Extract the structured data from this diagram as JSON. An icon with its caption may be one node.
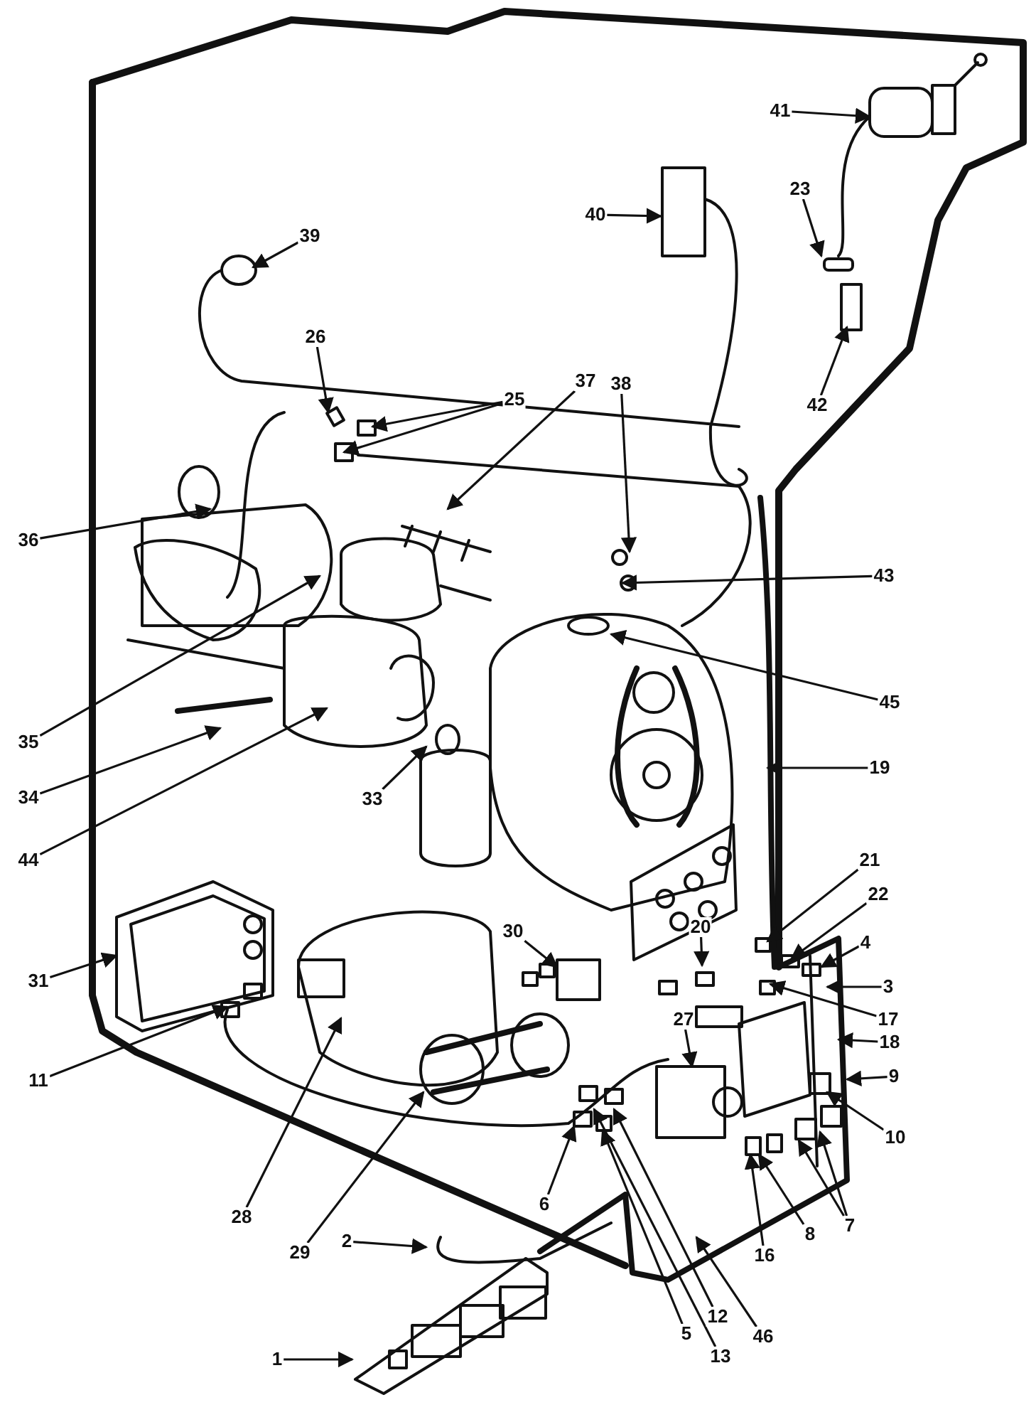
{
  "diagram": {
    "nodes": [
      {
        "text": [
          "41"
        ]
      },
      {
        "text": [
          "23"
        ]
      },
      {
        "text": [
          "40"
        ]
      },
      {
        "text": [
          "39"
        ]
      },
      {
        "text": [
          "26"
        ]
      },
      {
        "text": [
          "37"
        ]
      },
      {
        "text": [
          "38"
        ]
      },
      {
        "text": [
          "25"
        ]
      },
      {
        "text": [
          "42"
        ]
      },
      {
        "text": [
          "36"
        ]
      },
      {
        "text": [
          "43"
        ]
      },
      {
        "text": [
          "45"
        ]
      },
      {
        "text": [
          "35"
        ]
      },
      {
        "text": [
          "19"
        ]
      },
      {
        "text": [
          "34"
        ]
      },
      {
        "text": [
          "33"
        ]
      },
      {
        "text": [
          "44"
        ]
      },
      {
        "text": [
          "21"
        ]
      },
      {
        "text": [
          "22"
        ]
      },
      {
        "text": [
          "30"
        ]
      },
      {
        "text": [
          "20"
        ]
      },
      {
        "text": [
          "4"
        ]
      },
      {
        "text": [
          "31"
        ]
      },
      {
        "text": [
          "3"
        ]
      },
      {
        "text": [
          "27"
        ]
      },
      {
        "text": [
          "17"
        ]
      },
      {
        "text": [
          "18"
        ]
      },
      {
        "text": [
          "9"
        ]
      },
      {
        "text": [
          "11"
        ]
      },
      {
        "text": [
          "10"
        ]
      },
      {
        "text": [
          "6"
        ]
      },
      {
        "text": [
          "28"
        ]
      },
      {
        "text": [
          "7"
        ]
      },
      {
        "text": [
          "8"
        ]
      },
      {
        "text": [
          "2"
        ]
      },
      {
        "text": [
          "16"
        ]
      },
      {
        "text": [
          "29"
        ]
      },
      {
        "text": [
          "12"
        ]
      },
      {
        "text": [
          "5"
        ]
      },
      {
        "text": [
          "46"
        ]
      },
      {
        "text": [
          "13"
        ]
      },
      {
        "text": [
          "1"
        ]
      }
    ],
    "edges": [
      {
        "from": 0,
        "to": null,
        "arrow": "to"
      },
      {
        "from": 1,
        "to": null,
        "arrow": "to"
      },
      {
        "from": 2,
        "to": null,
        "arrow": "to"
      },
      {
        "from": 3,
        "to": null,
        "arrow": "to"
      },
      {
        "from": 4,
        "to": null,
        "arrow": "to"
      },
      {
        "from": 5,
        "to": null,
        "arrow": "to"
      },
      {
        "from": 6,
        "to": null,
        "arrow": "to"
      },
      {
        "from": 7,
        "to": null,
        "arrow": "to"
      },
      {
        "from": 7,
        "to": null,
        "arrow": "to"
      },
      {
        "from": 8,
        "to": null,
        "arrow": "to"
      },
      {
        "from": 9,
        "to": null,
        "arrow": "to"
      },
      {
        "from": 10,
        "to": null,
        "arrow": "to"
      },
      {
        "from": 11,
        "to": null,
        "arrow": "to"
      },
      {
        "from": 12,
        "to": null,
        "arrow": "to"
      },
      {
        "from": 13,
        "to": null,
        "arrow": "to"
      },
      {
        "from": 14,
        "to": null,
        "arrow": "to"
      },
      {
        "from": 15,
        "to": null,
        "arrow": "to"
      },
      {
        "from": 16,
        "to": null,
        "arrow": "to"
      },
      {
        "from": 17,
        "to": null,
        "arrow": "to"
      },
      {
        "from": 18,
        "to": null,
        "arrow": "to"
      },
      {
        "from": 19,
        "to": null,
        "arrow": "to"
      },
      {
        "from": 20,
        "to": null,
        "arrow": "to"
      },
      {
        "from": 21,
        "to": null,
        "arrow": "to"
      },
      {
        "from": 22,
        "to": null,
        "arrow": "to"
      },
      {
        "from": 23,
        "to": null,
        "arrow": "to"
      },
      {
        "from": 24,
        "to": null,
        "arrow": "to"
      },
      {
        "from": 25,
        "to": null,
        "arrow": "to"
      },
      {
        "from": 26,
        "to": null,
        "arrow": "to"
      },
      {
        "from": 27,
        "to": null,
        "arrow": "to"
      },
      {
        "from": 28,
        "to": null,
        "arrow": "to"
      },
      {
        "from": 29,
        "to": null,
        "arrow": "to"
      },
      {
        "from": 30,
        "to": null,
        "arrow": "to"
      },
      {
        "from": 31,
        "to": null,
        "arrow": "to"
      },
      {
        "from": 32,
        "to": null,
        "arrow": "to"
      },
      {
        "from": 32,
        "to": null,
        "arrow": "to"
      },
      {
        "from": 33,
        "to": null,
        "arrow": "to"
      },
      {
        "from": 34,
        "to": null,
        "arrow": "to"
      },
      {
        "from": 35,
        "to": null,
        "arrow": "to"
      },
      {
        "from": 36,
        "to": null,
        "arrow": "to"
      },
      {
        "from": 37,
        "to": null,
        "arrow": "to"
      },
      {
        "from": 38,
        "to": null,
        "arrow": "to"
      },
      {
        "from": 39,
        "to": null,
        "arrow": "to"
      },
      {
        "from": 40,
        "to": null,
        "arrow": "to"
      },
      {
        "from": 41,
        "to": null,
        "arrow": "to"
      }
    ]
  }
}
